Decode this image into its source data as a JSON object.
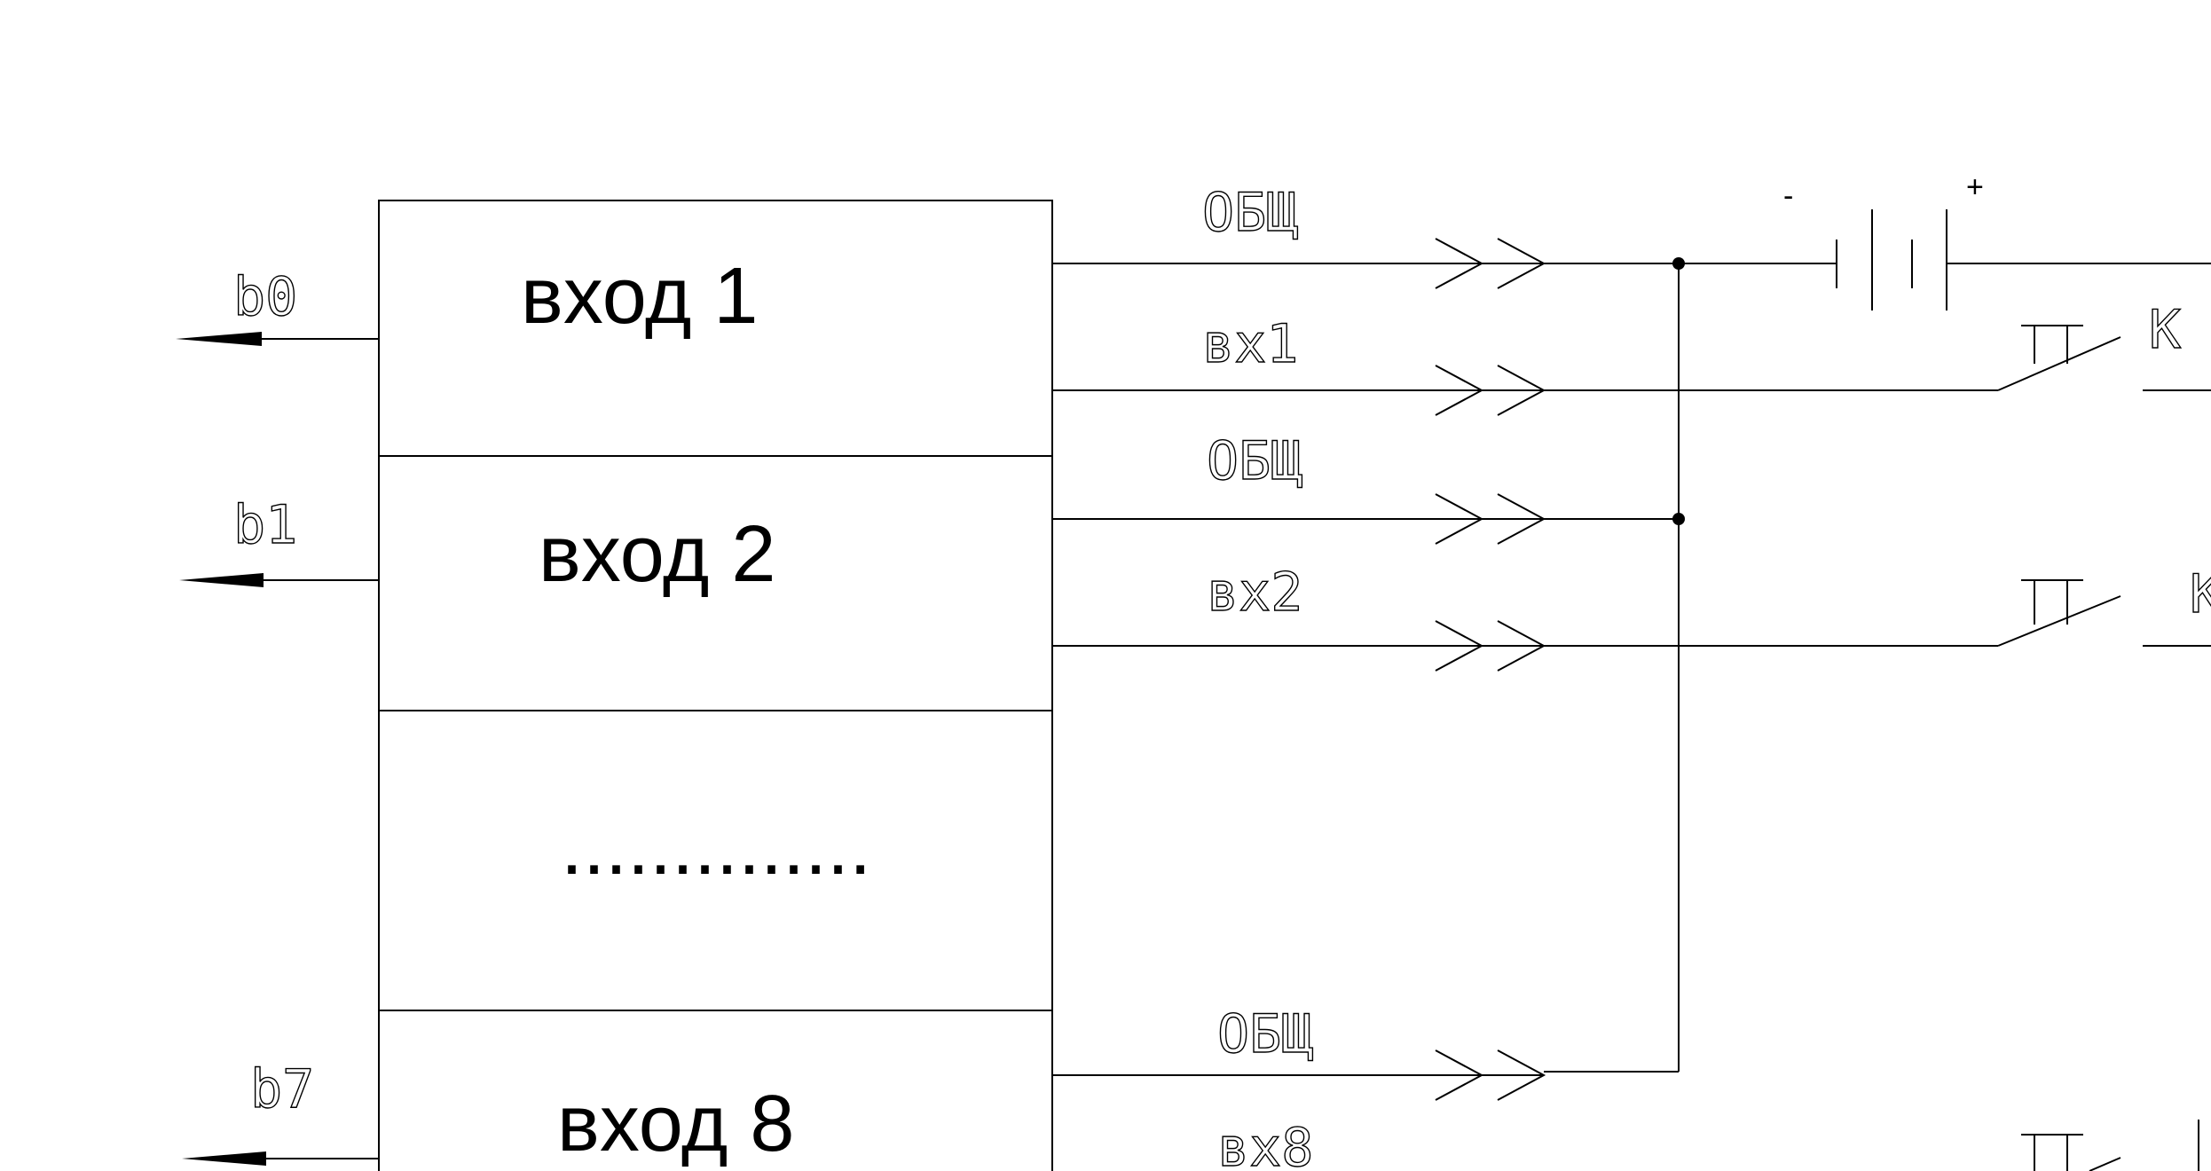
{
  "blocks": [
    {
      "label": "вход 1",
      "out_label": "b0"
    },
    {
      "label": "вход 2",
      "out_label": "b1"
    },
    {
      "label": "..............",
      "out_label": ""
    },
    {
      "label": "вход 8",
      "out_label": "b7"
    }
  ],
  "connectors": [
    {
      "label": "ОБЩ"
    },
    {
      "label": "вх1"
    },
    {
      "label": "ОБЩ"
    },
    {
      "label": "вх2"
    },
    {
      "label": "ОБЩ"
    },
    {
      "label": "вх8"
    }
  ],
  "battery": {
    "minus": "-",
    "plus": "+"
  },
  "switches": [
    {
      "label": "K"
    },
    {
      "label": "K"
    }
  ]
}
